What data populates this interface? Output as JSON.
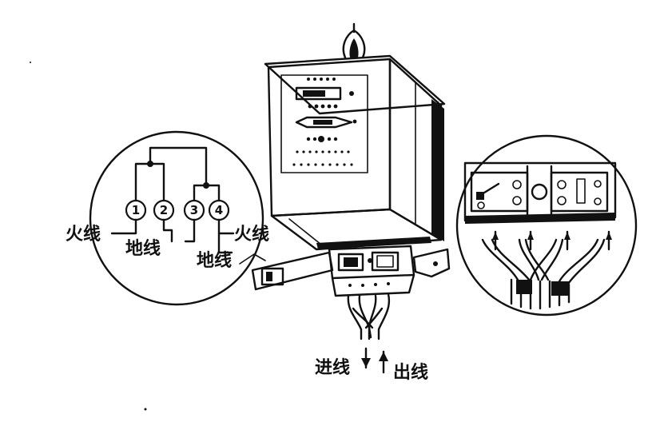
{
  "left_inset": {
    "terminals": [
      "1",
      "2",
      "3",
      "4"
    ],
    "labels": {
      "live_left": "火线",
      "ground_left": "地线",
      "ground_right": "地线",
      "live_right": "火线"
    }
  },
  "bottom_labels": {
    "incoming": "进线",
    "outgoing": "出线"
  }
}
